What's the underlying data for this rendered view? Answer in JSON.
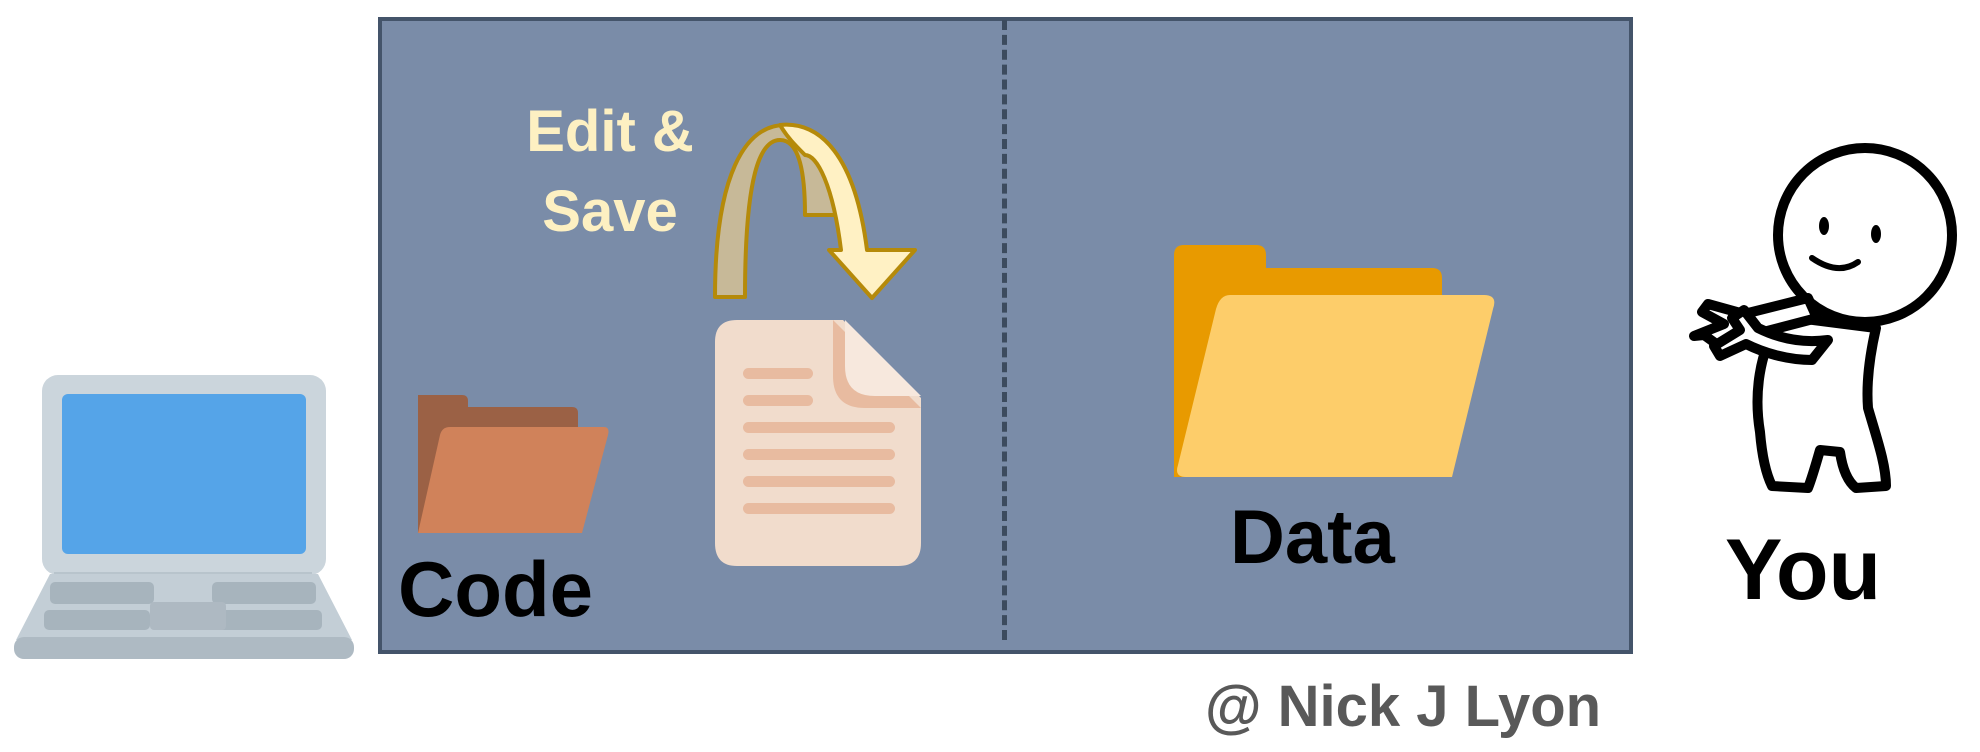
{
  "diagram": {
    "edit_save_line1": "Edit &",
    "edit_save_line2": "Save",
    "code_label": "Code",
    "data_label": "Data",
    "you_label": "You",
    "credit": "@ Nick J Lyon"
  },
  "icons": {
    "computer": "laptop-icon",
    "code_folder": "folder-icon",
    "script_file": "document-icon",
    "edit_arrow": "curved-arrow-icon",
    "data_folder": "open-folder-icon",
    "user": "stick-figure-icon"
  },
  "colors": {
    "panel_bg": "#7a8ca8",
    "panel_border": "#44546a",
    "edit_save_text": "#fdf0c2",
    "code_folder": "#d0825a",
    "data_folder": "#fdcd6a",
    "laptop_screen": "#55a4e8",
    "credit_text": "#595959"
  }
}
